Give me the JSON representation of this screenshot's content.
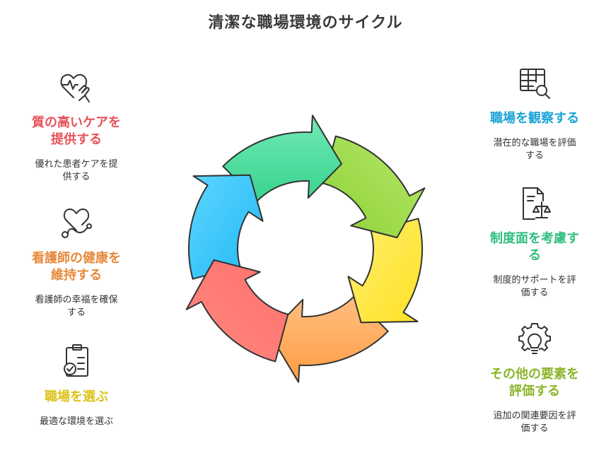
{
  "title": "清潔な職場環境のサイクル",
  "colors": {
    "red": "#e8525a",
    "orange": "#e7893a",
    "yellow": "#dcc21a",
    "blue": "#1aa3d6",
    "teal": "#2fbf7e",
    "green": "#8ab52a"
  },
  "steps": [
    {
      "icon": "heart-hand-icon",
      "head_line1": "質の高いケアを",
      "head_line2": "提供する",
      "desc_line1": "優れた患者ケアを提",
      "desc_line2": "供する"
    },
    {
      "icon": "stethoscope-heart-icon",
      "head_line1": "看護師の健康を",
      "head_line2": "維持する",
      "desc_line1": "看護師の幸福を確保",
      "desc_line2": "する"
    },
    {
      "icon": "checklist-icon",
      "head_line1": "職場を選ぶ",
      "desc_line1": "最適な環境を選ぶ"
    },
    {
      "icon": "table-search-icon",
      "head_line1": "職場を観察する",
      "desc_line1": "潜在的な職場を評価",
      "desc_line2": "する"
    },
    {
      "icon": "document-scale-icon",
      "head_line1": "制度面を考慮す",
      "head_line2": "る",
      "desc_line1": "制度的サポートを評",
      "desc_line2": "価する"
    },
    {
      "icon": "gear-bulb-icon",
      "head_line1": "その他の要素を",
      "head_line2": "評価する",
      "desc_line1": "追加の関連要因を評",
      "desc_line2": "価する"
    }
  ]
}
